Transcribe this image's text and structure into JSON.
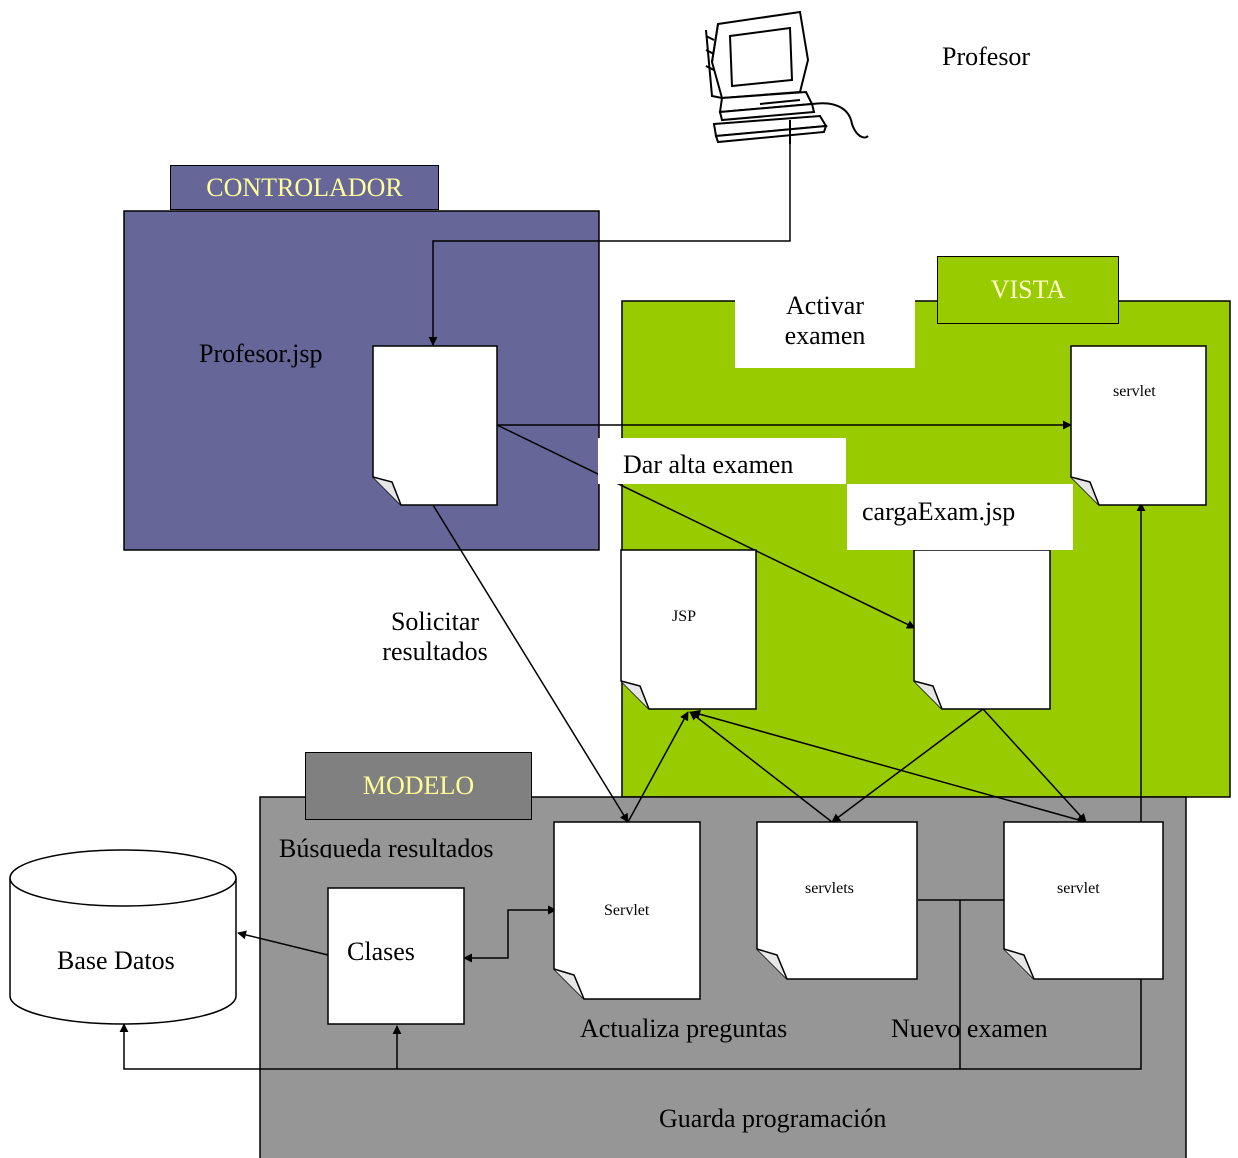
{
  "colors": {
    "controller": "#666699",
    "view": "#99cc00",
    "model": "#969696",
    "tab_text_yellow": "#ffff99",
    "page_fill": "#ffffff"
  },
  "actor": {
    "label": "Profesor",
    "icon": "computer-icon"
  },
  "controller": {
    "tab_label": "CONTROLADOR",
    "page_label": "Profesor.jsp"
  },
  "view": {
    "tab_label": "VISTA",
    "activate_label_1": "Activar",
    "activate_label_2": "examen",
    "servlet_label": "servlet",
    "create_label": "Dar alta examen",
    "carga_label": "cargaExam.jsp",
    "jsp_label": "JSP"
  },
  "model": {
    "tab_label": "MODELO",
    "search_label": "Búsqueda resultados",
    "servlet_label": "Servlet",
    "servlets_label": "servlets",
    "servlet2_label": "servlet",
    "classes_label": "Clases",
    "db_label": "Base Datos",
    "update_label": "Actualiza preguntas",
    "new_exam_label": "Nuevo examen",
    "save_label": "Guarda programación"
  },
  "edges": {
    "request_label_1": "Solicitar",
    "request_label_2": "resultados"
  }
}
